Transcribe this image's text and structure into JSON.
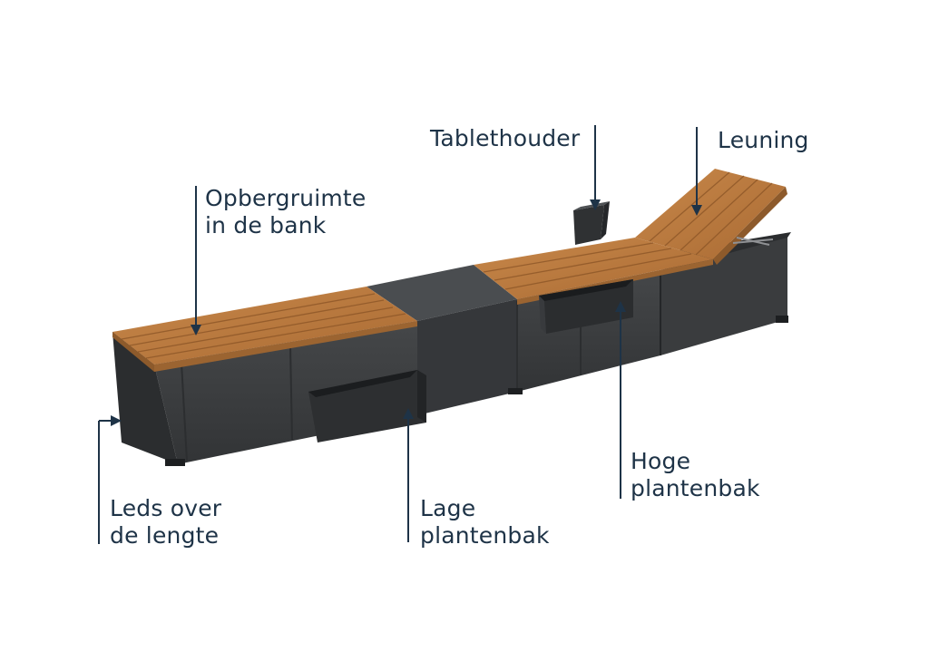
{
  "labels": {
    "storage": [
      "Opbergruimte",
      "in de bank"
    ],
    "tablet": "Tablethouder",
    "backrest": "Leuning",
    "leds": [
      "Leds over",
      "de lengte"
    ],
    "low_planter": [
      "Lage",
      "plantenbak"
    ],
    "high_planter": [
      "Hoge",
      "plantenbak"
    ]
  },
  "colors": {
    "label_text": "#1e3347",
    "leader_line": "#1e3347",
    "metal_front": "#3b3d3f",
    "metal_side": "#2a2c2e",
    "metal_top": "#505356",
    "wood": "#b97a3f",
    "wood_slat_line": "#8a5426"
  }
}
